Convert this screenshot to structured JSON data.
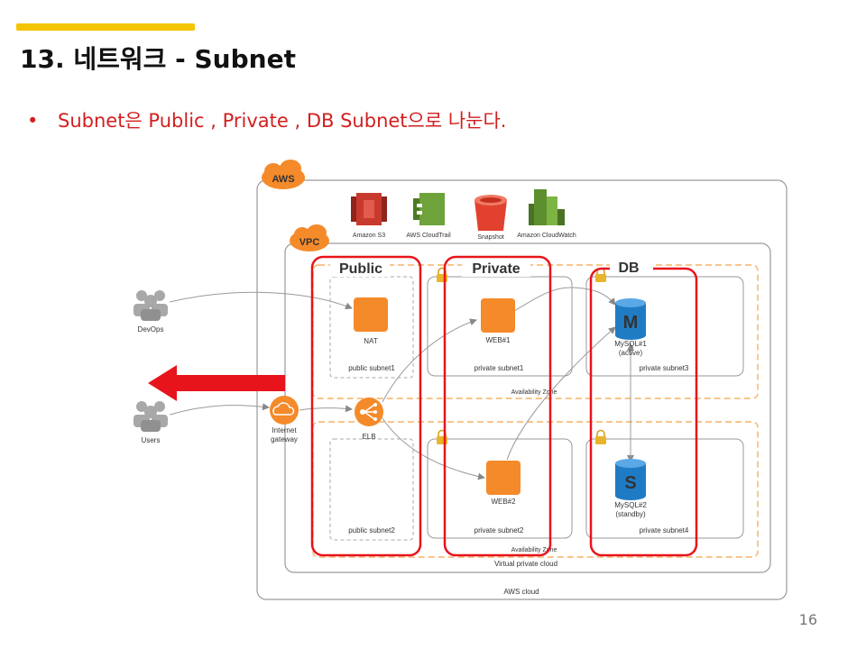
{
  "slide": {
    "title": "13. 네트워크  - Subnet",
    "bullet": "Subnet은 Public , Private , DB Subnet으로 나눈다.",
    "page_number": "16"
  },
  "diagram": {
    "aws_badge": "AWS",
    "vpc_badge": "VPC",
    "aws_cloud_label": "AWS cloud",
    "vpc_label": "Virtual private cloud",
    "zone_label_1": "Availability Zone",
    "zone_label_2": "Availability Zone",
    "services": {
      "s3": "Amazon S3",
      "cloudtrail": "AWS CloudTrail",
      "snapshot": "Snapshot",
      "cloudwatch": "Amazon CloudWatch"
    },
    "actors": {
      "devops": "DevOps",
      "users": "Users"
    },
    "gateway": {
      "line1": "Internet",
      "line2": "gateway"
    },
    "nat": "NAT",
    "elb": "ELB",
    "web1": "WEB#1",
    "web2": "WEB#2",
    "mysql1": {
      "letter": "M",
      "line1": "MySQL#1",
      "line2": "(active)"
    },
    "mysql2": {
      "letter": "S",
      "line1": "MySQL#2",
      "line2": "(standby)"
    },
    "subnets": {
      "public1": "public subnet1",
      "public2": "public subnet2",
      "private1": "private subnet1",
      "private2": "private subnet2",
      "private3": "private subnet3",
      "private4": "private subnet4"
    },
    "group_labels": {
      "public": "Public",
      "private": "Private",
      "db": "DB"
    },
    "colors": {
      "highlight_red": "#e8141b",
      "aws_orange": "#f58a2a",
      "zone_orange": "#f5b266",
      "db_blue": "#1f7cc4",
      "s3_red": "#c83a2e",
      "cloudtrail_green": "#6ea23a"
    }
  }
}
